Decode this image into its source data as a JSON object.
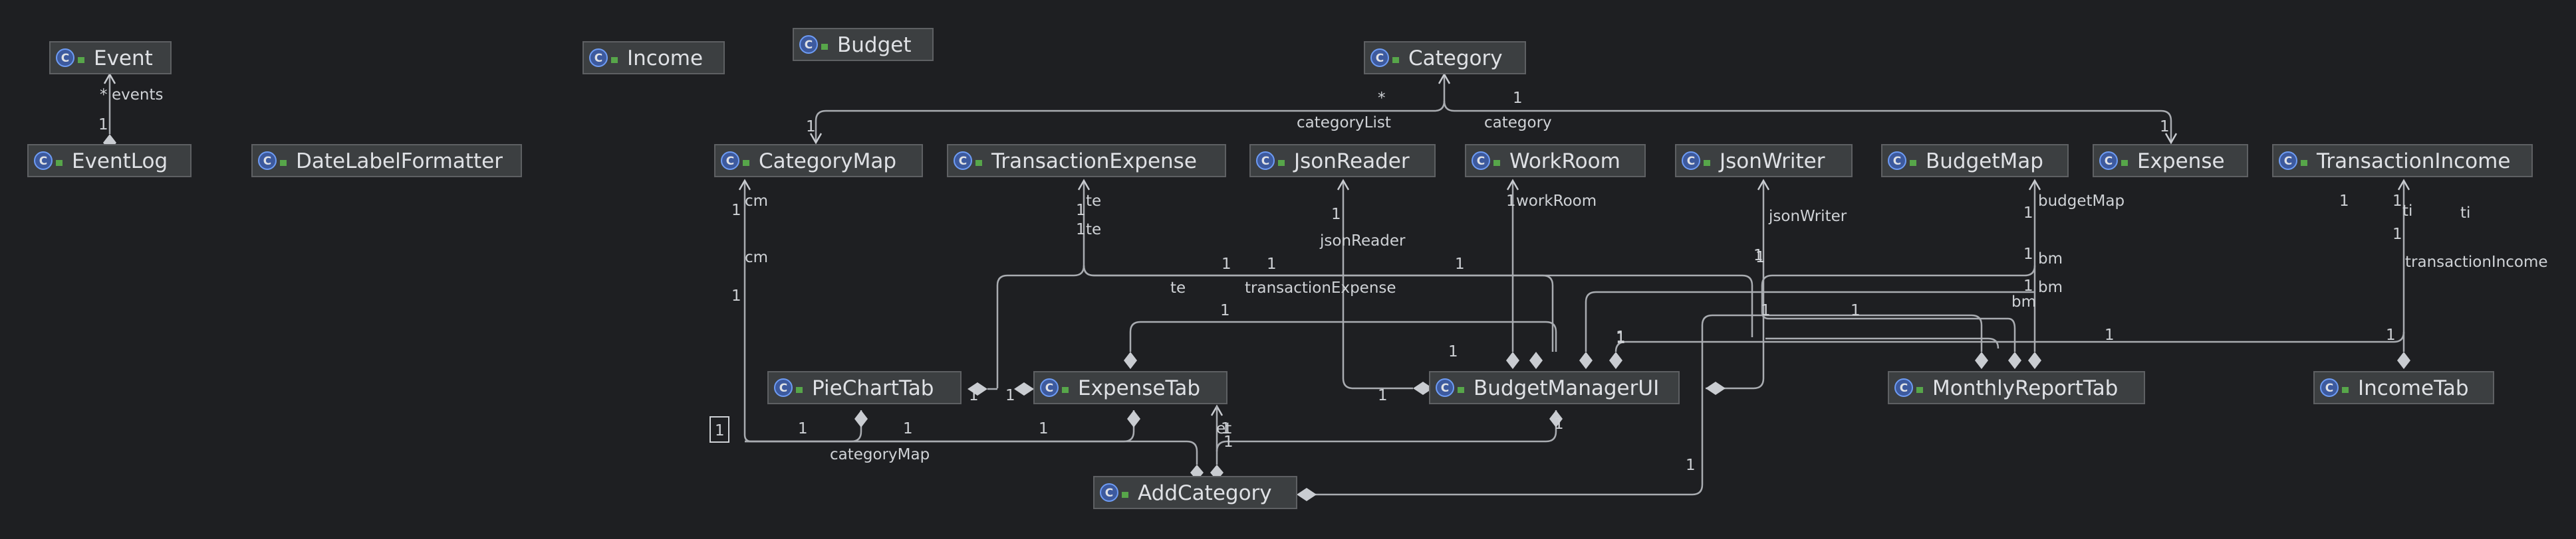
{
  "nodes": [
    {
      "id": "Event",
      "label": "Event"
    },
    {
      "id": "Income",
      "label": "Income"
    },
    {
      "id": "Budget",
      "label": "Budget"
    },
    {
      "id": "Category",
      "label": "Category"
    },
    {
      "id": "EventLog",
      "label": "EventLog"
    },
    {
      "id": "DateLabelFormatter",
      "label": "DateLabelFormatter"
    },
    {
      "id": "CategoryMap",
      "label": "CategoryMap"
    },
    {
      "id": "TransactionExpense",
      "label": "TransactionExpense"
    },
    {
      "id": "JsonReader",
      "label": "JsonReader"
    },
    {
      "id": "WorkRoom",
      "label": "WorkRoom"
    },
    {
      "id": "JsonWriter",
      "label": "JsonWriter"
    },
    {
      "id": "BudgetMap",
      "label": "BudgetMap"
    },
    {
      "id": "Expense",
      "label": "Expense"
    },
    {
      "id": "TransactionIncome",
      "label": "TransactionIncome"
    },
    {
      "id": "PieChartTab",
      "label": "PieChartTab"
    },
    {
      "id": "ExpenseTab",
      "label": "ExpenseTab"
    },
    {
      "id": "BudgetManagerUI",
      "label": "BudgetManagerUI"
    },
    {
      "id": "MonthlyReportTab",
      "label": "MonthlyReportTab"
    },
    {
      "id": "IncomeTab",
      "label": "IncomeTab"
    },
    {
      "id": "AddCategory",
      "label": "AddCategory"
    }
  ],
  "class_icon_letter": "C",
  "labels": [
    "*",
    "events",
    "1",
    "*",
    "categoryList",
    "1",
    "category",
    "1",
    "1",
    "cm",
    "1",
    "cm",
    "1",
    "te",
    "1",
    "te",
    "1",
    "1",
    "jsonReader",
    "1",
    "workRoom",
    "jsonWriter",
    "1",
    "budgetMap",
    "1",
    "bm",
    "1",
    "bm",
    "1",
    "bm",
    "1",
    "1",
    "ti",
    "ti",
    "1",
    "transactionIncome",
    "1",
    "1",
    "1",
    "te",
    "transactionExpense",
    "1",
    "1",
    "1",
    "1",
    "1",
    "1",
    "1",
    "1",
    "1",
    "1",
    "1",
    "1",
    "1",
    "1",
    "1",
    "categoryMap",
    "1",
    "et",
    "1",
    "1",
    "1"
  ]
}
